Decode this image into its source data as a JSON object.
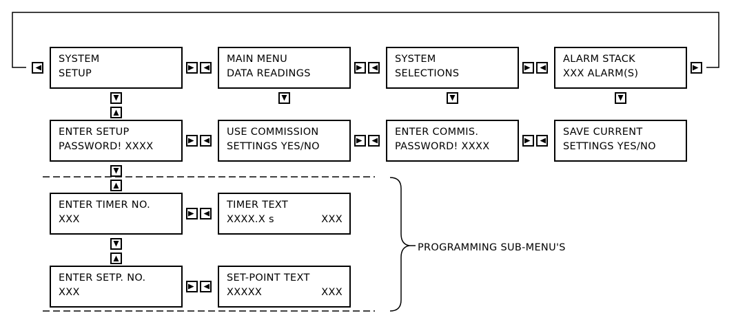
{
  "colors": {
    "ink": "#000000",
    "paper": "#ffffff"
  },
  "boxes": {
    "system_setup": {
      "line1": "SYSTEM",
      "line2": "SETUP"
    },
    "main_menu": {
      "line1": "MAIN MENU",
      "line2": "DATA READINGS"
    },
    "system_selections": {
      "line1": "SYSTEM",
      "line2": "SELECTIONS"
    },
    "alarm_stack": {
      "line1": "ALARM STACK",
      "line2": "XXX ALARM(S)"
    },
    "enter_setup_password": {
      "line1": "ENTER SETUP",
      "line2": "PASSWORD! XXXX"
    },
    "use_commission_settings": {
      "line1": "USE COMMISSION",
      "line2": "SETTINGS YES/NO"
    },
    "enter_commis_password": {
      "line1": "ENTER COMMIS.",
      "line2": "PASSWORD! XXXX"
    },
    "save_current_settings": {
      "line1": "SAVE CURRENT",
      "line2": "SETTINGS YES/NO"
    },
    "enter_timer_no": {
      "line1": "ENTER TIMER NO.",
      "line2": "XXX"
    },
    "timer_text": {
      "line1": "TIMER TEXT",
      "line2_left": "XXXX.X s",
      "line2_right": "XXX"
    },
    "enter_setp_no": {
      "line1": "ENTER SETP. NO.",
      "line2": "XXX"
    },
    "set_point_text": {
      "line1": "SET-POINT TEXT",
      "line2_left": "XXXXX",
      "line2_right": "XXX"
    }
  },
  "icons": {
    "left": "triangle-left-icon",
    "right": "triangle-right-icon",
    "up": "triangle-up-icon",
    "down": "triangle-down-icon"
  },
  "bracket_label": "PROGRAMMING SUB-MENU'S"
}
